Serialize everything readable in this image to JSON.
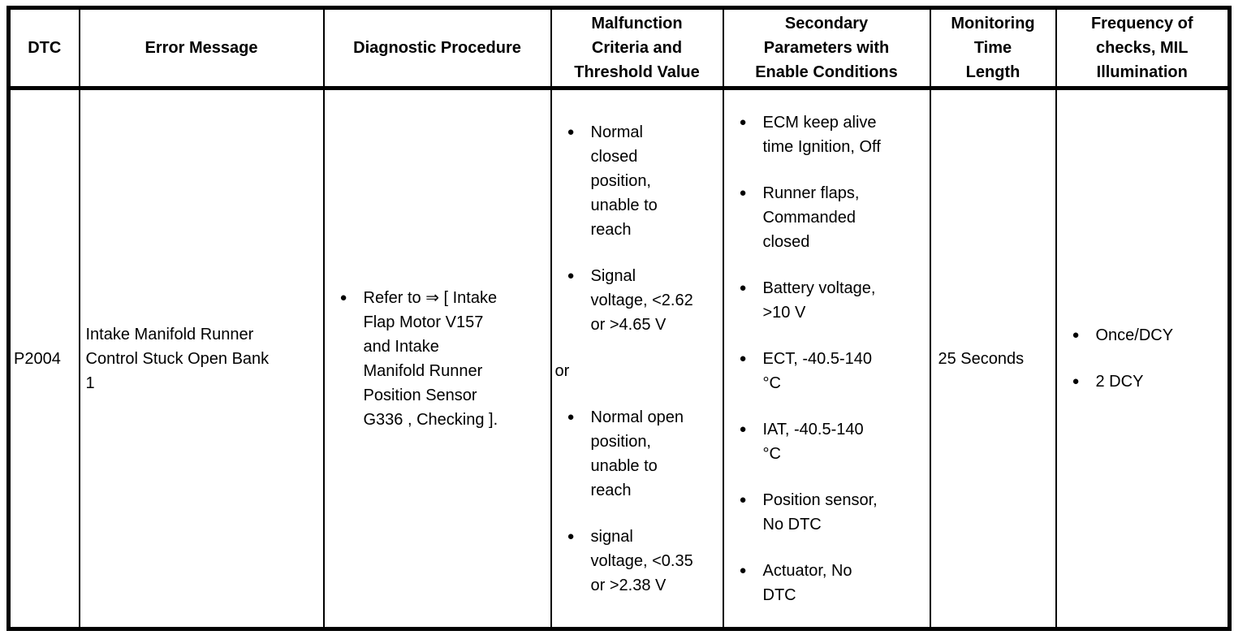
{
  "bullet_glyph": "●",
  "colors": {
    "border": "#000000",
    "text": "#000000",
    "background": "#ffffff"
  },
  "header": {
    "dtc": "DTC",
    "error_message": "Error Message",
    "diagnostic_procedure": "Diagnostic Procedure",
    "malfunction": "Malfunction\nCriteria and\nThreshold Value",
    "secondary": "Secondary\nParameters with\nEnable Conditions",
    "monitoring": "Monitoring\nTime\nLength",
    "frequency": "Frequency of\nchecks, MIL\nIllumination"
  },
  "row": {
    "dtc": "P2004",
    "error_message": "Intake Manifold Runner\nControl Stuck Open Bank\n1",
    "diagnostic_procedure_items": [
      {
        "bullet": true,
        "text": "Refer to ⇒ [ Intake\nFlap Motor V157\nand Intake\nManifold Runner\nPosition Sensor\nG336 , Checking ]."
      }
    ],
    "malfunction_items": [
      {
        "bullet": true,
        "text": "Normal\nclosed\nposition,\nunable to\nreach"
      },
      {
        "bullet": true,
        "text": "Signal\nvoltage, <2.62\nor >4.65 V"
      },
      {
        "bullet": false,
        "text": "or"
      },
      {
        "bullet": true,
        "text": "Normal open\nposition,\nunable to\nreach"
      },
      {
        "bullet": true,
        "text": "signal\nvoltage, <0.35\nor >2.38 V"
      }
    ],
    "secondary_items": [
      {
        "bullet": true,
        "text": "ECM keep alive\ntime Ignition, Off"
      },
      {
        "bullet": true,
        "text": "Runner flaps,\nCommanded\nclosed"
      },
      {
        "bullet": true,
        "text": "Battery voltage,\n>10 V"
      },
      {
        "bullet": true,
        "text": "ECT, -40.5-140\n°C"
      },
      {
        "bullet": true,
        "text": "IAT, -40.5-140\n°C"
      },
      {
        "bullet": true,
        "text": "Position sensor,\nNo DTC"
      },
      {
        "bullet": true,
        "text": "Actuator, No\nDTC"
      }
    ],
    "monitoring_time": "25 Seconds",
    "frequency_items": [
      {
        "bullet": true,
        "text": "Once/DCY"
      },
      {
        "bullet": true,
        "text": "2 DCY"
      }
    ]
  }
}
